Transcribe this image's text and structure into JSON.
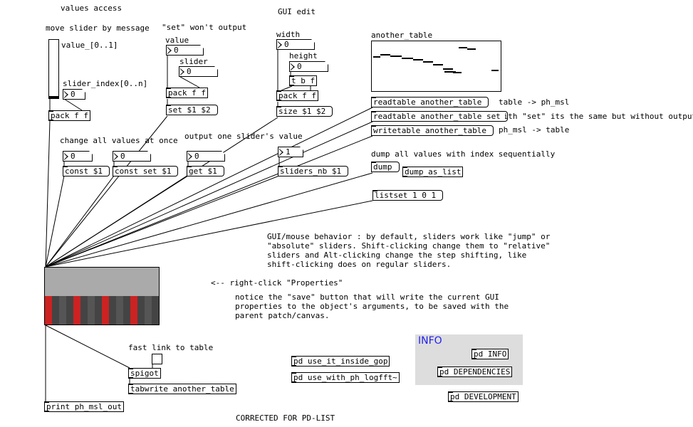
{
  "comments": {
    "values_access": "values access",
    "gui_edit": "GUI edit",
    "move_slider": "move slider by message",
    "set_wont_output": "\"set\" won't output",
    "value_range": "value_[0..1]",
    "value": "value",
    "slider": "slider",
    "width": "width",
    "height": "height",
    "another_table": "another_table",
    "slider_index": "slider_index[0..n]",
    "table_to_msl": "table -> ph_msl",
    "with_set": "with \"set\" its the same but without output",
    "msl_to_table": "ph_msl -> table",
    "change_all": "change all values at once",
    "output_one": "output one slider's value",
    "dump_all": "dump all values with index sequentially",
    "gui_mouse_1": "GUI/mouse behavior : by default, sliders work like \"jump\" or",
    "gui_mouse_2": "\"absolute\" sliders. Shift-clicking change them to \"relative\"",
    "gui_mouse_3": "sliders and Alt-clicking change the step shifting, like",
    "gui_mouse_4": "shift-clicking does on regular sliders.",
    "right_click": "<-- right-click \"Properties\"",
    "notice_1": "notice the \"save\" button that will write the current GUI",
    "notice_2": "properties to the object's arguments, to be saved with the",
    "notice_3": "parent patch/canvas.",
    "fast_link": "fast link to table",
    "corrected": "CORRECTED FOR PD-LIST",
    "info": "INFO"
  },
  "objects": {
    "pack_ff_1": "pack f f",
    "pack_ff_2": "pack f f",
    "pack_ff_3": "pack f f",
    "tbf": "t b f",
    "dump_as_list": "dump_as_list",
    "spigot": "spigot",
    "tabwrite": "tabwrite another_table",
    "print": "print ph_msl_out",
    "pd_gop": "pd use_it_inside_gop",
    "pd_logfft": "pd use_with_ph_logfft~",
    "pd_info": "pd INFO",
    "pd_deps": "pd DEPENDENCIES",
    "pd_dev": "pd DEVELOPMENT"
  },
  "messages": {
    "set_12": "set $1 $2",
    "size_12": "size $1 $2",
    "readtable": "readtable another_table",
    "readtable_set": "readtable another_table set",
    "writetable": "writetable another_table",
    "const": "const $1",
    "const_set": "const set $1",
    "get": "get $1",
    "sliders_nb": "sliders_nb $1",
    "dump": "dump",
    "listset": "listset 1 0 1"
  },
  "numbers": {
    "slider_index": "0",
    "value": "0",
    "slider": "0",
    "width": "0",
    "height": "0",
    "const": "0",
    "const_set": "0",
    "get": "0",
    "sliders_nb": "1"
  },
  "multislider": {
    "background": "#aaaaaa",
    "red": "#cc2222",
    "dark": "#444444",
    "mid": "#555555",
    "bar_pattern": [
      "red",
      "dark",
      "mid",
      "dark",
      "red",
      "dark",
      "mid",
      "dark",
      "red",
      "dark",
      "mid",
      "dark",
      "red",
      "dark",
      "mid",
      "dark"
    ]
  },
  "colors": {
    "gop_bg": "#dddddd",
    "info_blue": "#2222ee"
  }
}
